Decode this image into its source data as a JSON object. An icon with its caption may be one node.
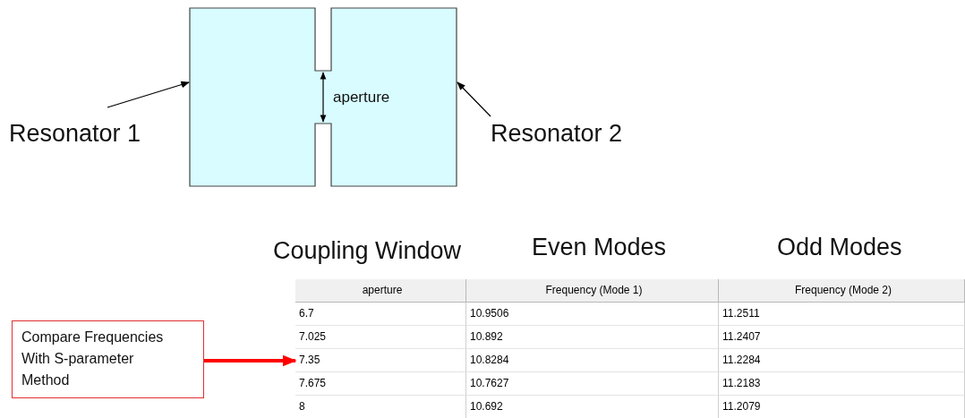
{
  "diagram": {
    "nodes": [
      {
        "text": [
          "Resonator 1"
        ]
      },
      {
        "text": [],
        "shape": "box"
      },
      {
        "text": [],
        "shape": "box"
      },
      {
        "text": [
          "Resonator 2"
        ]
      },
      {
        "text": [
          "Compare Frequencies With S-parameter Method"
        ]
      },
      {
        "text": [
          "7.35"
        ]
      }
    ],
    "edges": [
      {
        "from": 0,
        "to": 1,
        "arrow": "to"
      },
      {
        "from": 3,
        "to": 2,
        "arrow": "to"
      },
      {
        "from": 4,
        "to": 5,
        "arrow": "to",
        "style": "thick",
        "color": "#ff0000"
      }
    ],
    "labels": [
      "aperture",
      "Coupling Window",
      "Even Modes",
      "Odd Modes",
      "aperture",
      "Frequency (Mode 1)",
      "Frequency (Mode 2)",
      "6.7",
      "10.9506",
      "11.2511",
      "7.025",
      "10.892",
      "11.2407",
      "10.8284",
      "11.2284",
      "7.675",
      "10.7627",
      "11.2183",
      "8",
      "10.692",
      "11.2079"
    ]
  }
}
